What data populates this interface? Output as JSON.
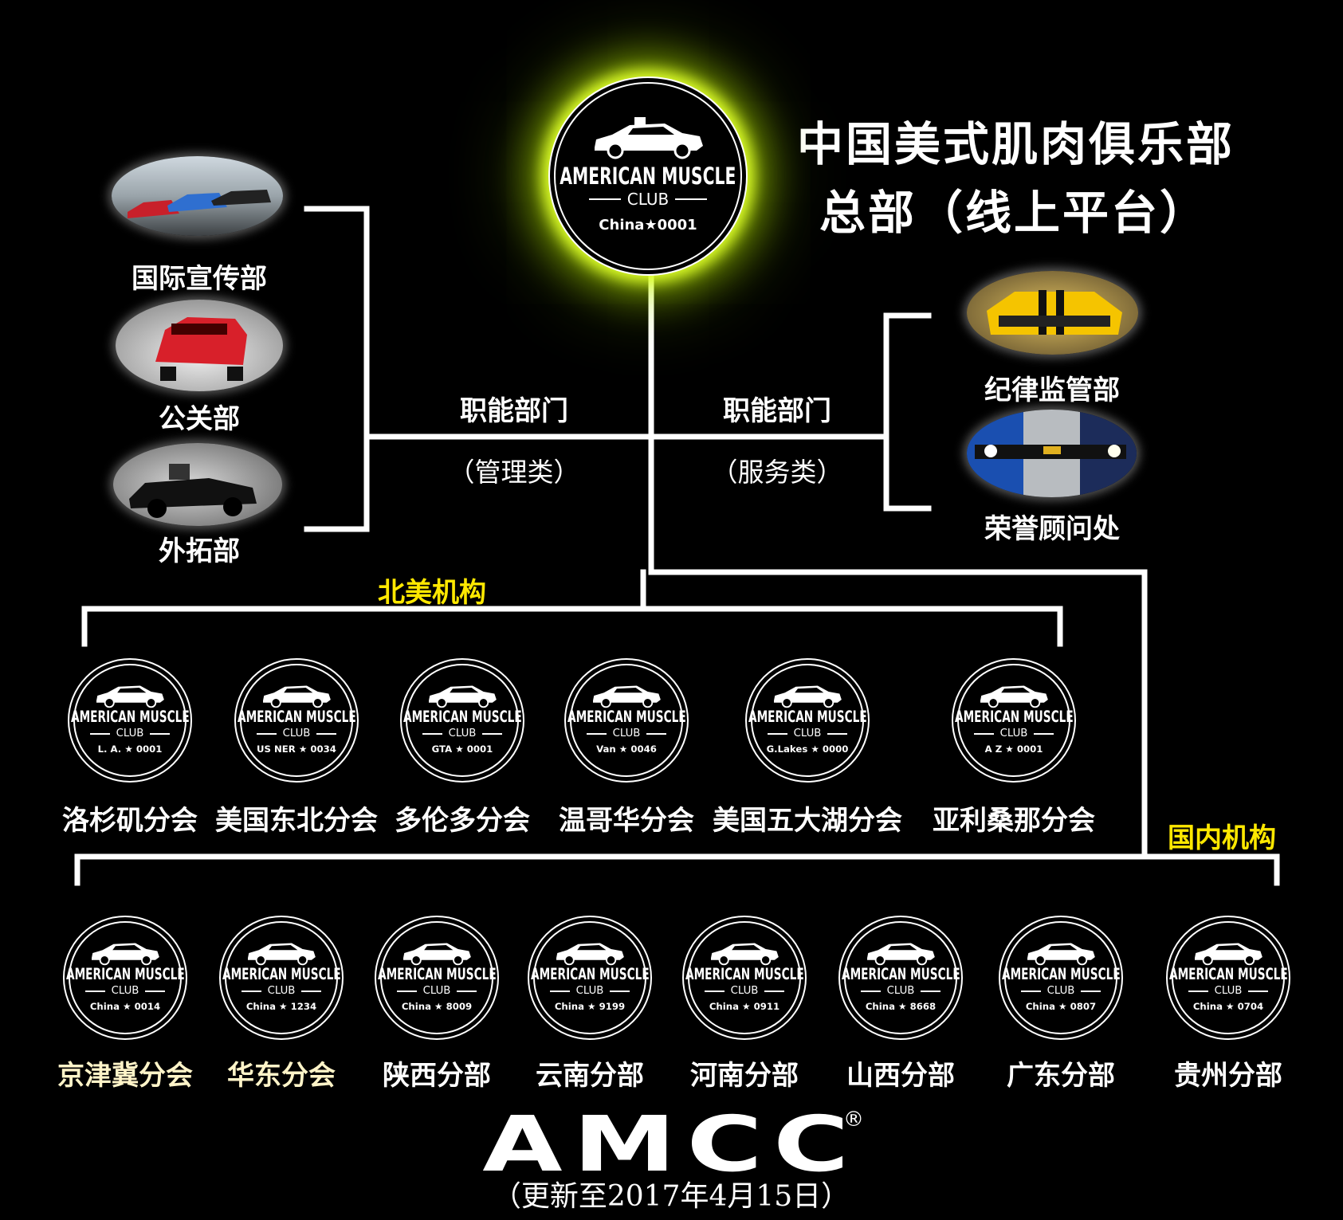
{
  "title": {
    "line1": "中国美式肌肉俱乐部",
    "line2": "总部（线上平台）"
  },
  "hq": {
    "name": "AMERICAN MUSCLE",
    "club": "CLUB",
    "code": "China★0001"
  },
  "functional": {
    "left_label": "职能部门",
    "left_sub": "（管理类）",
    "right_label": "职能部门",
    "right_sub": "（服务类）"
  },
  "left_departments": [
    "国际宣传部",
    "公关部",
    "外拓部"
  ],
  "right_departments": [
    "纪律监管部",
    "荣誉顾问处"
  ],
  "north_america": {
    "label": "北美机构",
    "branches": [
      {
        "name": "洛杉矶分会",
        "code": "L. A. ★ 0001"
      },
      {
        "name": "美国东北分会",
        "code": "US NER ★ 0034"
      },
      {
        "name": "多伦多分会",
        "code": "GTA ★ 0001"
      },
      {
        "name": "温哥华分会",
        "code": "Van ★ 0046"
      },
      {
        "name": "美国五大湖分会",
        "code": "G.Lakes ★ 0000"
      },
      {
        "name": "亚利桑那分会",
        "code": "A Z ★ 0001"
      }
    ]
  },
  "domestic": {
    "label": "国内机构",
    "branches": [
      {
        "name": "京津冀分会",
        "code": "China ★ 0014"
      },
      {
        "name": "华东分会",
        "code": "China ★ 1234"
      },
      {
        "name": "陕西分部",
        "code": "China ★ 8009"
      },
      {
        "name": "云南分部",
        "code": "China ★ 9199"
      },
      {
        "name": "河南分部",
        "code": "China ★ 0911"
      },
      {
        "name": "山西分部",
        "code": "China ★ 8668"
      },
      {
        "name": "广东分部",
        "code": "China ★ 0807"
      },
      {
        "name": "贵州分部",
        "code": "China ★ 0704"
      }
    ]
  },
  "badge_text": {
    "name": "AMERICAN MUSCLE",
    "club": "CLUB"
  },
  "footer": {
    "logo": "AMCC",
    "reg": "®",
    "updated": "（更新至2017年4月15日）"
  },
  "colors": {
    "background": "#000000",
    "lines": "#ffffff",
    "highlight": "#ffe800",
    "glow": "#dfff2a"
  }
}
